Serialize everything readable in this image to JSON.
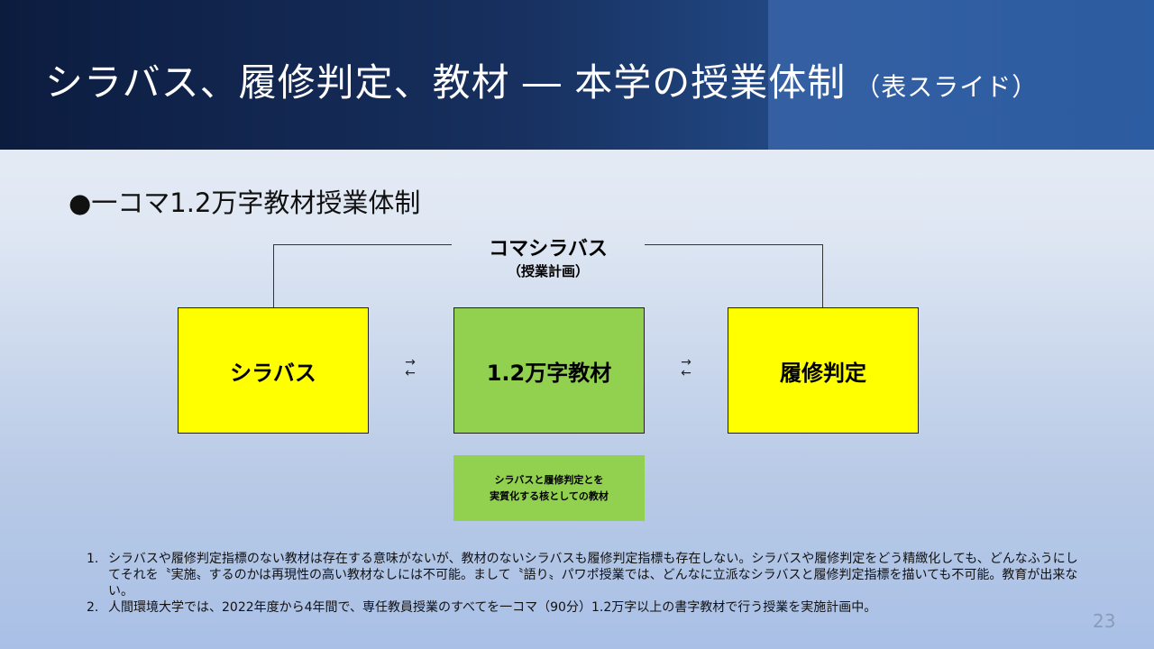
{
  "slide": {
    "title": "シラバス、履修判定、教材 ― 本学の授業体制",
    "title_paren": "（表スライド）",
    "bullet": "●一コマ1.2万字教材授業体制",
    "koma": {
      "title": "コマシラバス",
      "subtitle": "（授業計画）"
    },
    "boxes": {
      "syllabus": "シラバス",
      "material": "1.2万字教材",
      "judgment": "履修判定"
    },
    "arrow_symbol": {
      "right": "→",
      "left": "←"
    },
    "note": {
      "line1": "シラバスと履修判定とを",
      "line2": "実質化する核としての教材"
    },
    "list": [
      {
        "num": "1.",
        "text": "シラバスや履修判定指標のない教材は存在する意味がないが、教材のないシラバスも履修判定指標も存在しない。シラバスや履修判定をどう精緻化しても、どんなふうにしてそれを〝実施〟するのかは再現性の高い教材なしには不可能。まして〝語り〟パワポ授業では、どんなに立派なシラバスと履修判定指標を描いても不可能。教育が出来ない。"
      },
      {
        "num": "2.",
        "text": "人間環境大学では、2022年度から4年間で、専任教員授業のすべてを一コマ（90分）1.2万字以上の書字教材で行う授業を実施計画中。"
      }
    ],
    "page_number": "23"
  },
  "colors": {
    "header_dark": "#0c1c3f",
    "box_yellow": "#ffff00",
    "box_green": "#92d050"
  }
}
